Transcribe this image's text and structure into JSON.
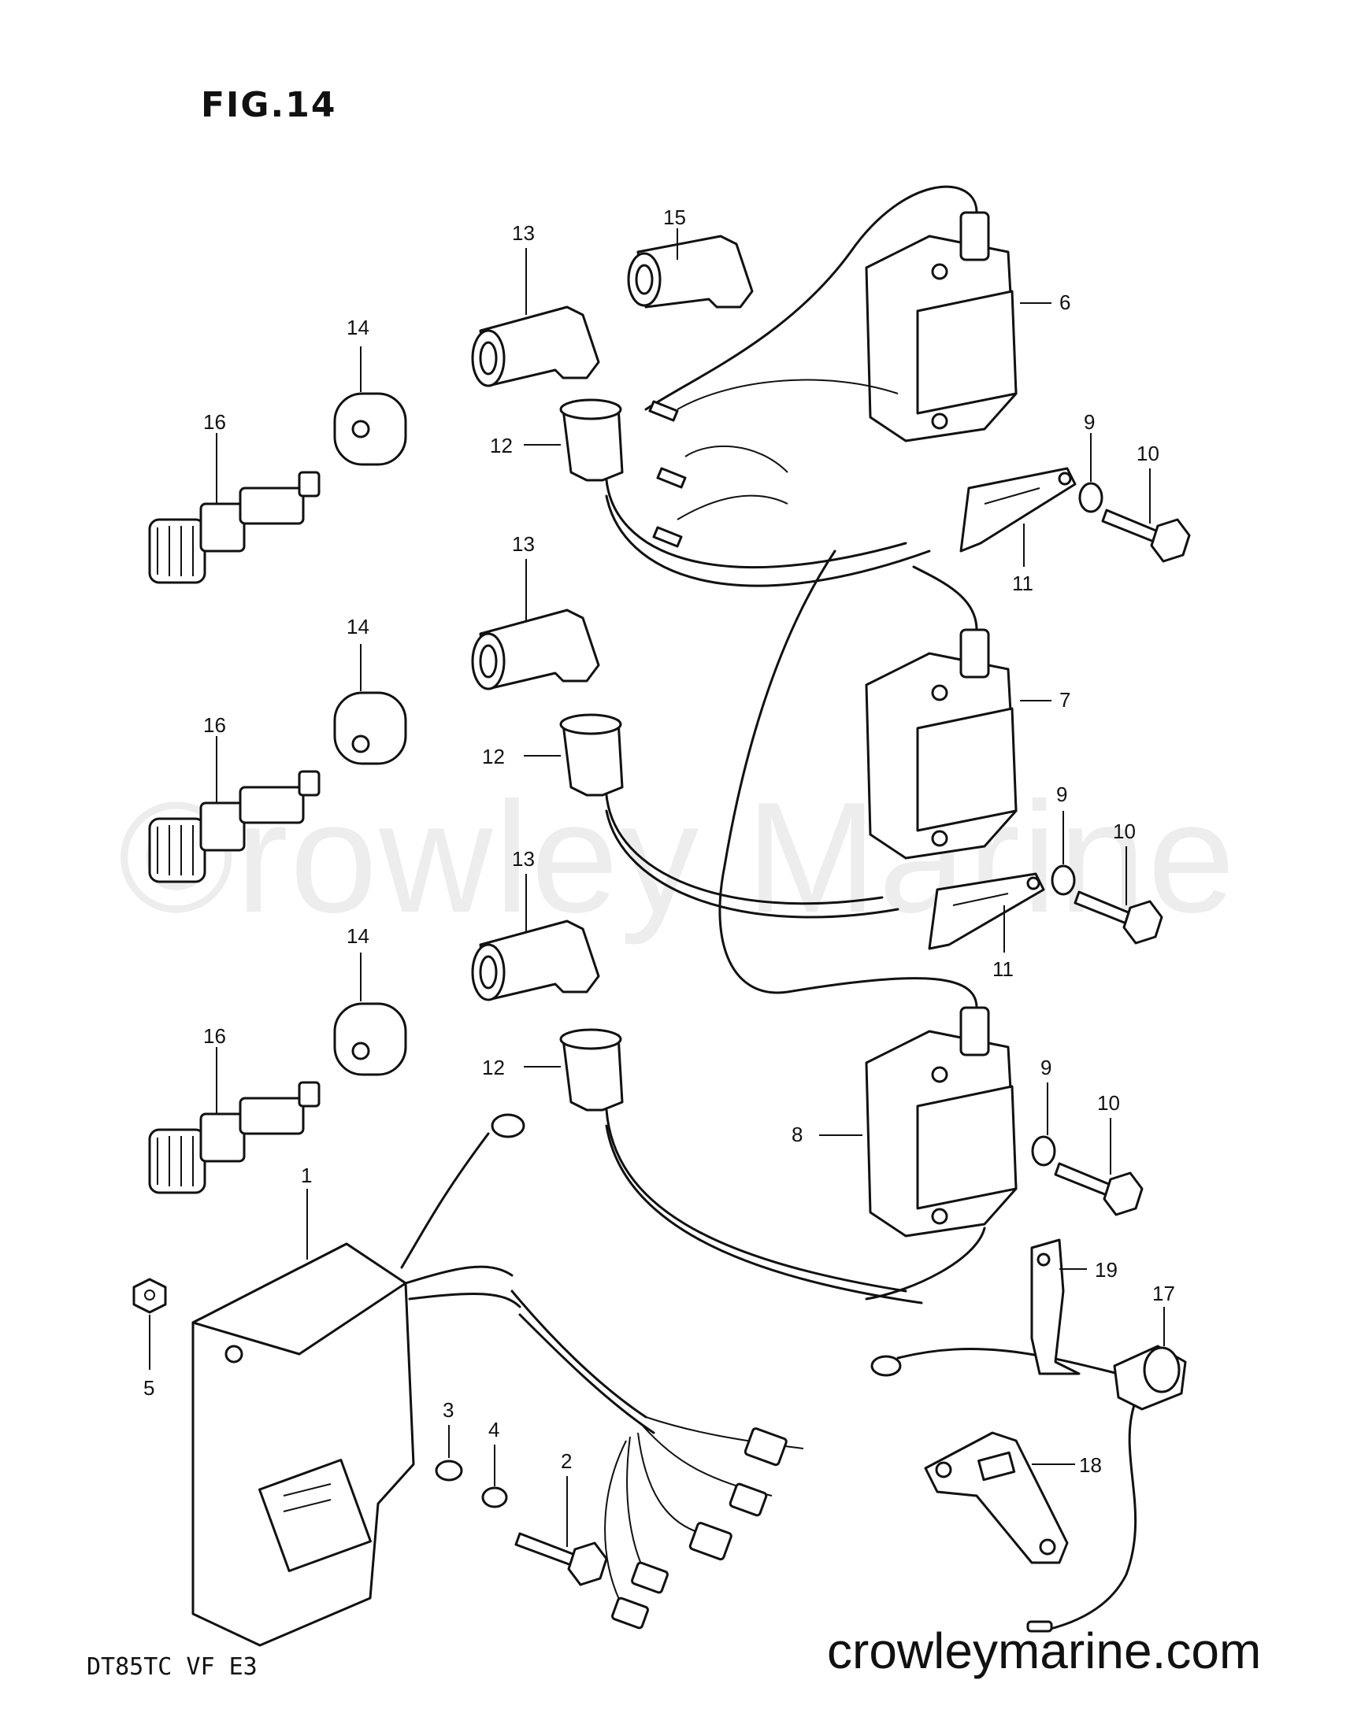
{
  "figure": {
    "title": "FIG.14"
  },
  "footer": {
    "model_code": "DT85TC VF E3",
    "site": "crowleymarine.com"
  },
  "watermark": {
    "text": "©rowley Marine"
  },
  "callouts": {
    "c1": "1",
    "c2": "2",
    "c3": "3",
    "c4": "4",
    "c5": "5",
    "c6": "6",
    "c7": "7",
    "c8": "8",
    "c9a": "9",
    "c9b": "9",
    "c9c": "9",
    "c10a": "10",
    "c10b": "10",
    "c10c": "10",
    "c11a": "11",
    "c11b": "11",
    "c12a": "12",
    "c12b": "12",
    "c12c": "12",
    "c13a": "13",
    "c13b": "13",
    "c13c": "13",
    "c14a": "14",
    "c14b": "14",
    "c14c": "14",
    "c15": "15",
    "c16a": "16",
    "c16b": "16",
    "c16c": "16",
    "c17": "17",
    "c18": "18",
    "c19": "19"
  }
}
